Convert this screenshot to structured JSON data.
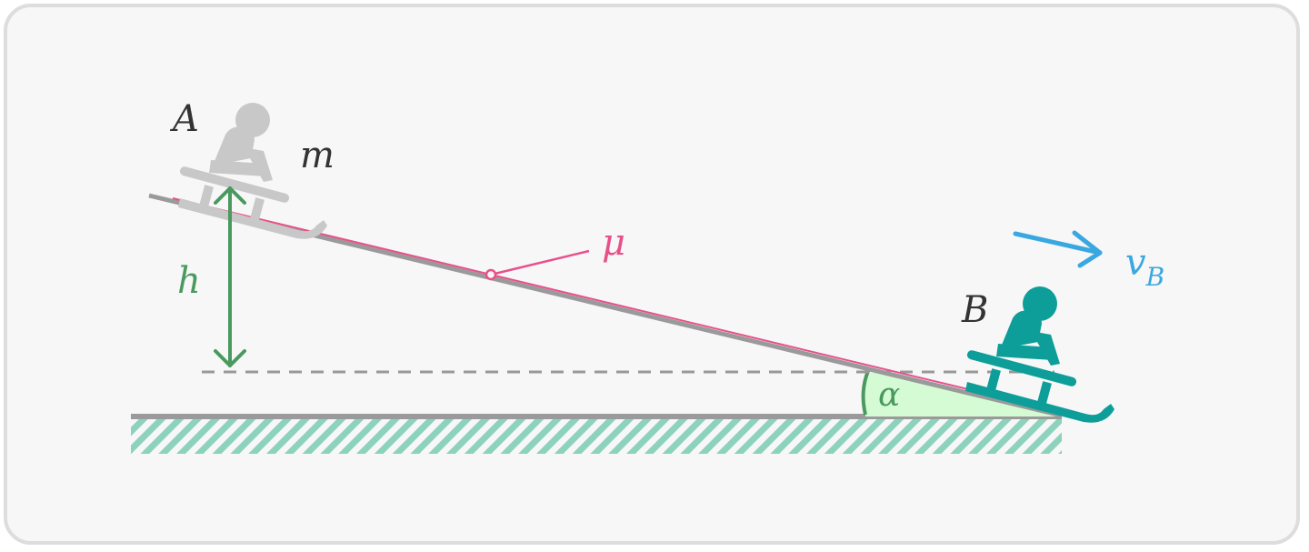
{
  "diagram": {
    "labels": {
      "point_a": "A",
      "point_b": "B",
      "mass": "m",
      "height": "h",
      "friction": "μ",
      "angle": "α",
      "velocity_main": "v",
      "velocity_sub": "B"
    },
    "colors": {
      "card_background": "#f7f7f7",
      "card_border": "#dddddd",
      "slope": "#9a9a9a",
      "friction_line": "#e8508a",
      "height_arrow": "#4a9a60",
      "angle_fill": "#d5fbd5",
      "ground_hatch": "#8dd2bd",
      "velocity_arrow": "#3aa8e0",
      "sledder_a": "#c8c8c8",
      "sledder_b": "#0e9e9a",
      "text_dark": "#333333"
    },
    "icons": {
      "sledder_top": "sledder-icon",
      "sledder_bottom": "sledder-icon"
    }
  }
}
